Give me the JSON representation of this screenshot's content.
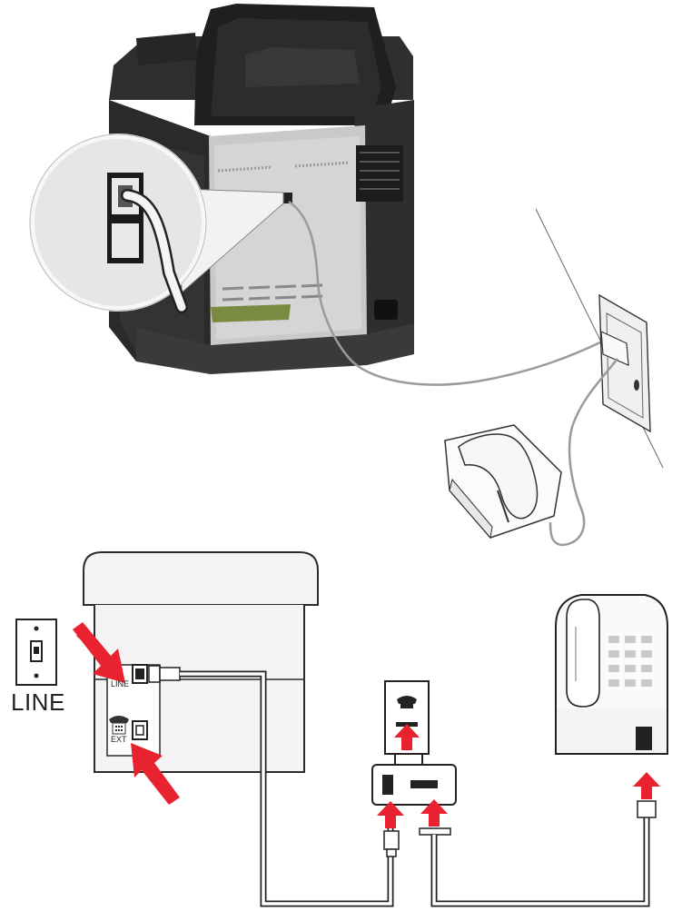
{
  "labels": {
    "wall_jack": "LINE",
    "line_port": "LINE",
    "ext_port": "EXT"
  },
  "colors": {
    "arrow": "#e8222e",
    "printer_dark": "#3a3a3a",
    "printer_light": "#f4f4f4",
    "outline": "#2b2b2b",
    "cable": "#9a9a9a"
  },
  "icons": [
    "phone-jack-icon",
    "telephone-icon",
    "splitter-icon",
    "arrow-icon"
  ]
}
